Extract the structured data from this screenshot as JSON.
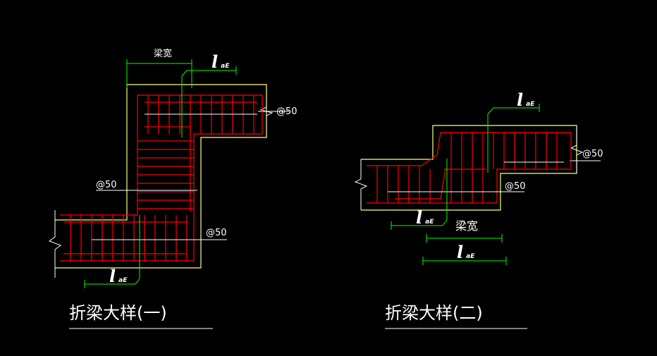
{
  "detail1": {
    "title": "折梁大样(一)",
    "beam_width": "梁宽",
    "lae_main": "l",
    "lae_sub": "aE",
    "spacing_top": "@50",
    "spacing_mid": "@50",
    "spacing_bottom": "@50"
  },
  "detail2": {
    "title": "折梁大样(二)",
    "beam_width": "梁宽",
    "lae_main": "l",
    "lae_sub": "aE",
    "spacing_upper": "@50",
    "spacing_lower": "@50"
  },
  "colors": {
    "background": "#000000",
    "concrete_outline": "#ffff80",
    "rebar": "#ff0000",
    "dimension": "#00ff00",
    "text": "#ffffff"
  }
}
